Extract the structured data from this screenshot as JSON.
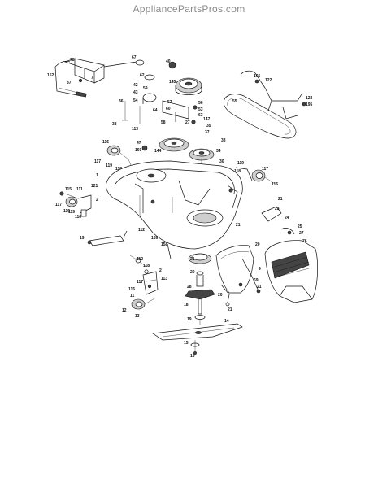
{
  "header": {
    "site_name": "AppliancePartsPros.com"
  },
  "diagram": {
    "part_labels": [
      "78",
      "67",
      "152",
      "37",
      "7",
      "40",
      "62",
      "145",
      "42",
      "43",
      "57",
      "59",
      "36",
      "54",
      "56",
      "53",
      "64",
      "60",
      "63",
      "147",
      "35",
      "37",
      "38",
      "113",
      "58",
      "27",
      "116",
      "47",
      "160",
      "144",
      "117",
      "119",
      "118",
      "1",
      "33",
      "34",
      "30",
      "31",
      "115",
      "121",
      "2",
      "119",
      "111",
      "117",
      "119",
      "116",
      "122",
      "166",
      "55",
      "123",
      "195",
      "119",
      "117",
      "118",
      "116",
      "21",
      "24",
      "25",
      "27",
      "23",
      "20",
      "76",
      "158",
      "189",
      "112",
      "21",
      "19",
      "21",
      "20",
      "28",
      "18",
      "19",
      "112",
      "2",
      "118",
      "113",
      "117",
      "116",
      "11",
      "12",
      "13",
      "14",
      "15",
      "16",
      "9",
      "69",
      "21",
      "20",
      "21",
      "11",
      "10"
    ]
  }
}
